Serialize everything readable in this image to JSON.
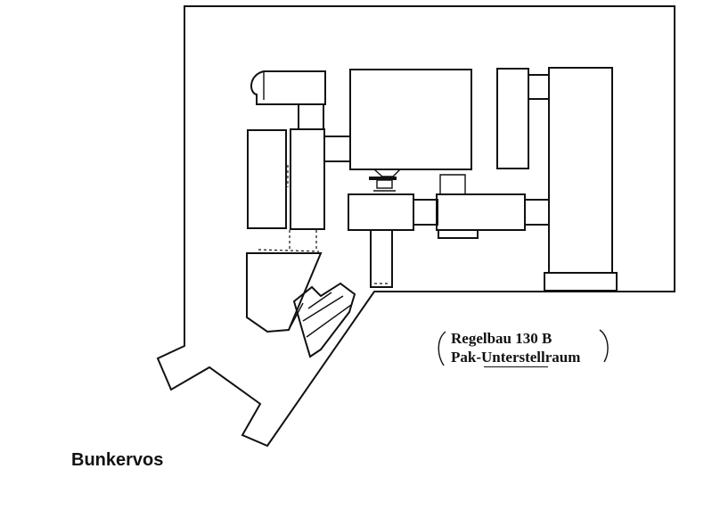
{
  "plan": {
    "title": "Regelbau 130 B",
    "subtitle": "Pak-Unterstellraum"
  },
  "credit": "Bunkervos",
  "colors": {
    "ink": "#111111",
    "paper": "#ffffff"
  }
}
